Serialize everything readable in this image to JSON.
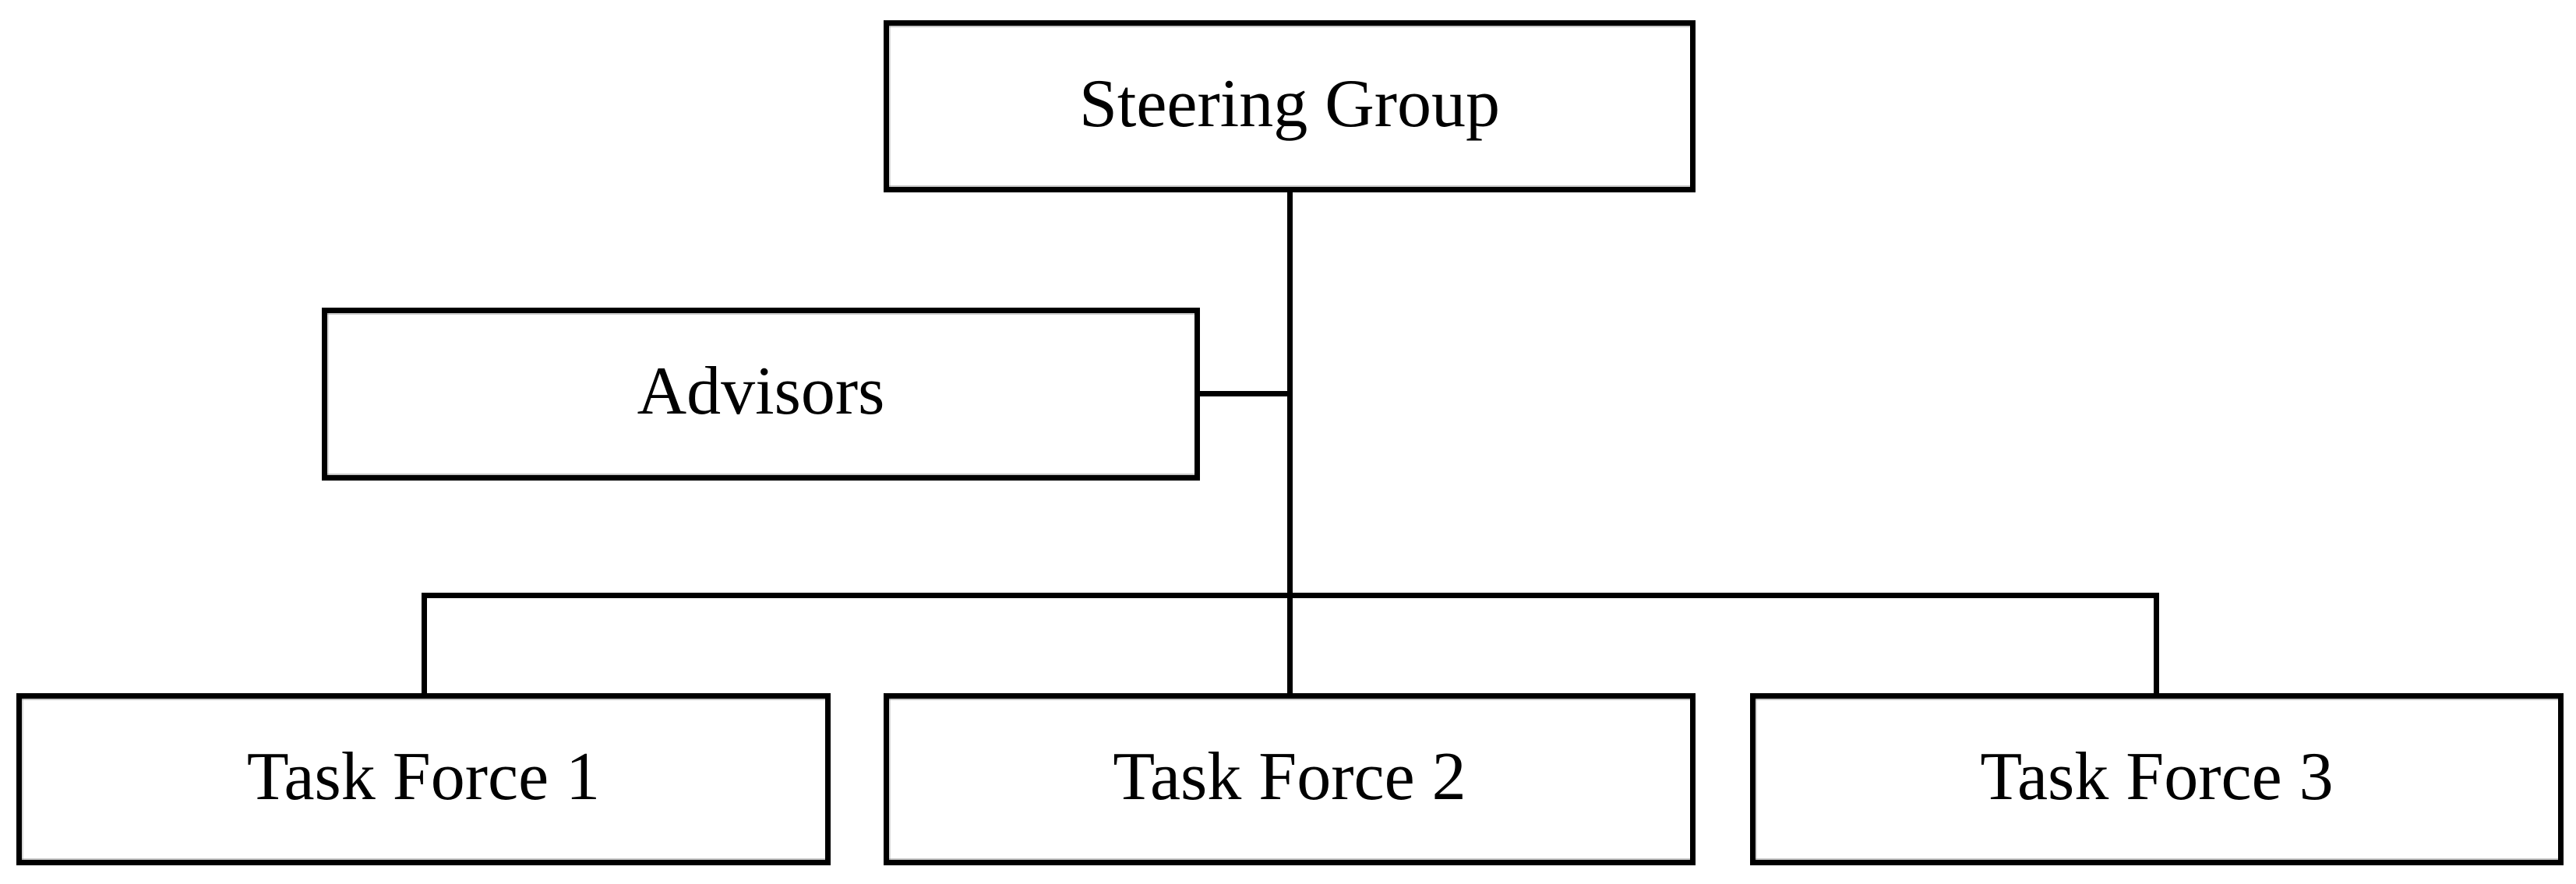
{
  "diagram": {
    "type": "org-chart",
    "colors": {
      "background": "#ffffff",
      "line": "#000000",
      "text": "#000000"
    },
    "nodes": {
      "steering": {
        "label": "Steering Group"
      },
      "advisors": {
        "label": "Advisors"
      },
      "tf1": {
        "label": "Task Force 1"
      },
      "tf2": {
        "label": "Task Force 2"
      },
      "tf3": {
        "label": "Task Force 3"
      }
    },
    "connections": [
      {
        "from": "steering",
        "to": "advisors"
      },
      {
        "from": "steering",
        "to": "tf1"
      },
      {
        "from": "steering",
        "to": "tf2"
      },
      {
        "from": "steering",
        "to": "tf3"
      }
    ]
  }
}
